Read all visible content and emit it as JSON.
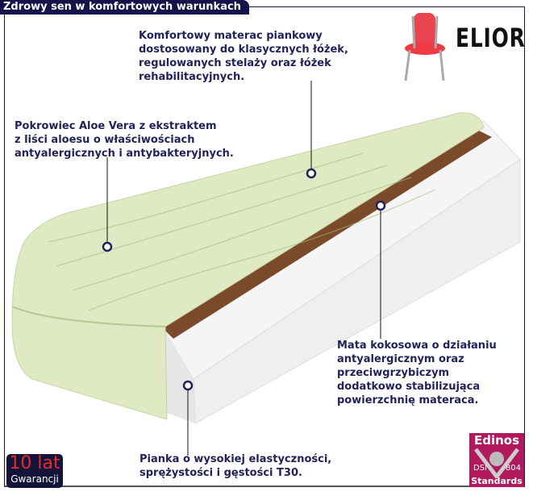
{
  "header": {
    "title": "Zdrowy sen w komfortowych warunkach"
  },
  "brand": {
    "name": "ELIOR",
    "icon": "chair-icon"
  },
  "callouts": [
    {
      "lines": [
        "Komfortowy materac piankowy",
        "dostosowany do klasycznych łóżek,",
        "regulowanych stelaży oraz łóżek",
        "rehabilitacyjnych."
      ]
    },
    {
      "lines": [
        "Pokrowiec Aloe Vera z ekstraktem",
        "z liści aloesu o właściwościach",
        "antyalergicznych i antybakteryjnych."
      ]
    },
    {
      "lines": [
        "Mata kokosowa o działaniu",
        "antyalergicznym oraz",
        "przeciwgrzybiczym",
        "dodatkowo stabilizująca",
        "powierzchnię materaca."
      ]
    },
    {
      "lines": [
        "Pianka o wysokiej elastyczności,",
        "sprężystości i gęstości T30."
      ]
    }
  ],
  "warranty": {
    "years": "10 lat",
    "label": "Gwarancji"
  },
  "certificate": {
    "brand": "Edinos",
    "left": "DSI",
    "right": "804",
    "label": "Standards"
  },
  "colors": {
    "navy": "#14144a",
    "cover": "#dfe9c2",
    "coconut": "#7a4a2a",
    "foam": "#f2f2f2",
    "certificate": "#b0195e"
  }
}
